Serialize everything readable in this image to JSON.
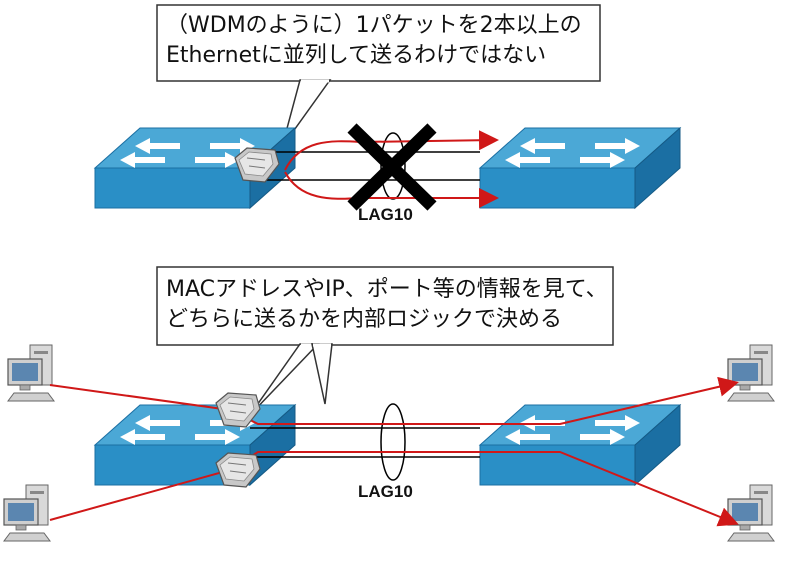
{
  "top": {
    "callout": {
      "line1": "（WDMのように）1パケットを2本以上の",
      "line2": "Ethernetに並列して送るわけではない"
    },
    "lag_label": "LAG10"
  },
  "bottom": {
    "callout": {
      "line1": "MACアドレスやIP、ポート等の情報を見て、",
      "line2": "どちらに送るかを内部ロジックで決める"
    },
    "lag_label": "LAG10"
  },
  "colors": {
    "switch_top": "#4ba8d6",
    "switch_front": "#2a8fc6",
    "switch_side": "#1b6fa3",
    "arrow": "#d01818",
    "cross": "#000000",
    "link": "#000000"
  },
  "icons": [
    "switch-icon",
    "router-chip-icon",
    "pc-icon",
    "cross-icon"
  ]
}
